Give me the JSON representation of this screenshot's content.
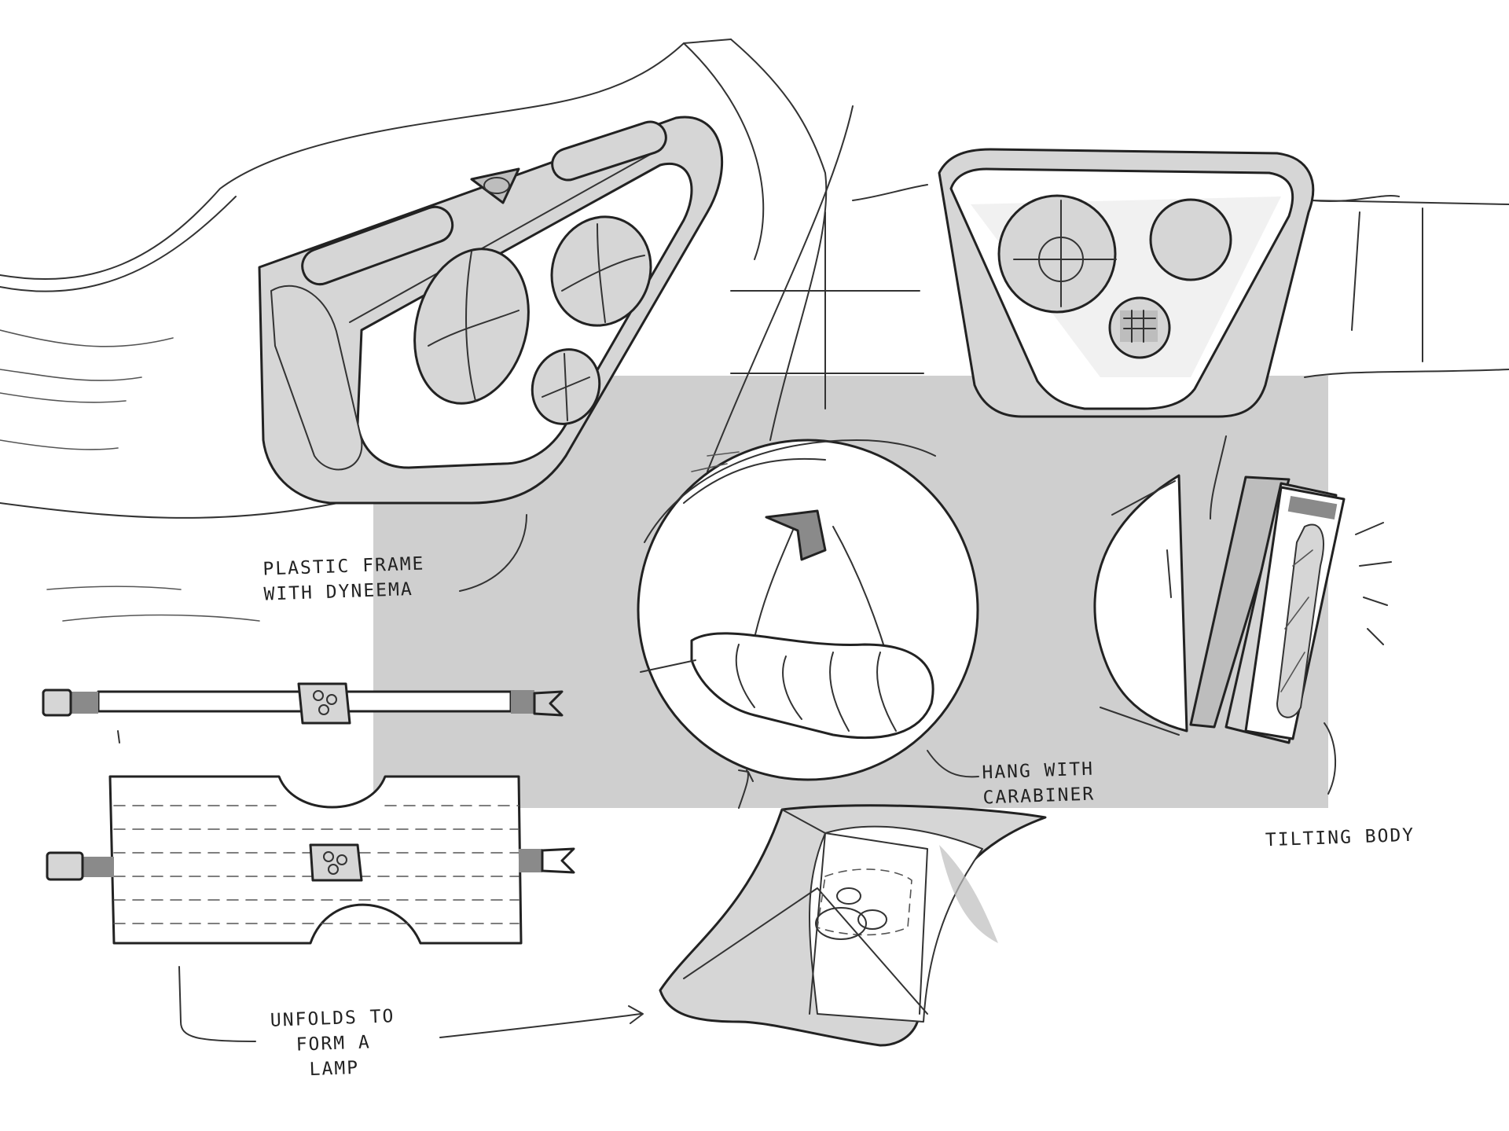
{
  "annotations": {
    "plastic_frame": [
      "PLASTIC FRAME",
      "WITH DYNEEMA"
    ],
    "hang": [
      "HANG WITH",
      "CARABINER"
    ],
    "tilting": [
      "TILTING BODY"
    ],
    "unfolds": [
      "UNFOLDS TO",
      "FORM A",
      "LAMP"
    ]
  },
  "colors": {
    "ink": "#222222",
    "grey_panel": "#cfcfcf",
    "light_fill": "#d6d6d6"
  }
}
